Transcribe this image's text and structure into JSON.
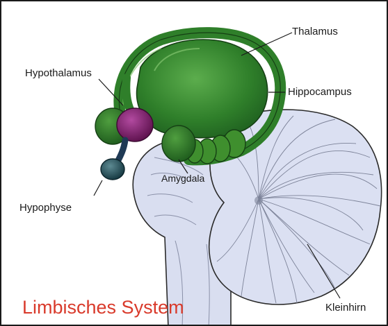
{
  "labels": {
    "thalamus": "Thalamus",
    "hypothalamus": "Hypothalamus",
    "hippocampus": "Hippocampus",
    "amygdala": "Amygdala",
    "hypophyse": "Hypophyse",
    "kleinhirn": "Kleinhirn"
  },
  "title": "Limbisches System",
  "colors": {
    "title": "#d93a2b",
    "limbic_green": "#3f8f2e",
    "hypothalamus_purple": "#7a1f66",
    "hypophyse_blue": "#1f4d5a",
    "brainstem": "#d9def0",
    "outline": "#2a2a2a"
  }
}
